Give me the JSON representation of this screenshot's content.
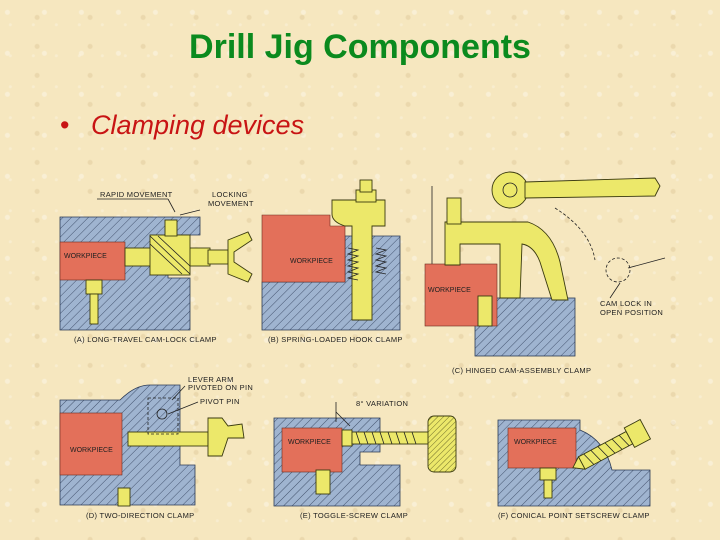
{
  "slide": {
    "title": "Drill Jig Components",
    "bullet": "Clamping devices"
  },
  "figures": {
    "a": {
      "caption": "(A) LONG-TRAVEL CAM-LOCK CLAMP",
      "workpiece": "WORKPIECE",
      "rapid_movement": "RAPID MOVEMENT",
      "locking_movement_1": "LOCKING",
      "locking_movement_2": "MOVEMENT"
    },
    "b": {
      "caption": "(B) SPRING-LOADED HOOK CLAMP",
      "workpiece": "WORKPIECE"
    },
    "c": {
      "caption": "(C) HINGED CAM-ASSEMBLY CLAMP",
      "workpiece": "WORKPIECE",
      "cam_lock_1": "CAM LOCK IN",
      "cam_lock_2": "OPEN POSITION"
    },
    "d": {
      "caption": "(D) TWO-DIRECTION CLAMP",
      "workpiece": "WORKPIECE",
      "lever_arm_1": "LEVER ARM",
      "lever_arm_2": "PIVOTED ON PIN",
      "pivot_pin": "PIVOT PIN"
    },
    "e": {
      "caption": "(E) TOGGLE-SCREW CLAMP",
      "workpiece": "WORKPIECE",
      "variation": "8° VARIATION"
    },
    "f": {
      "caption": "(F) CONICAL POINT SETSCREW CLAMP",
      "workpiece": "WORKPIECE"
    }
  },
  "colors": {
    "title": "#0b8a1e",
    "bullet": "#c81414",
    "workpiece": "#e3705a",
    "steel": "#9fb4d0",
    "clamp": "#ece86a",
    "background": "#f6e7bf"
  }
}
